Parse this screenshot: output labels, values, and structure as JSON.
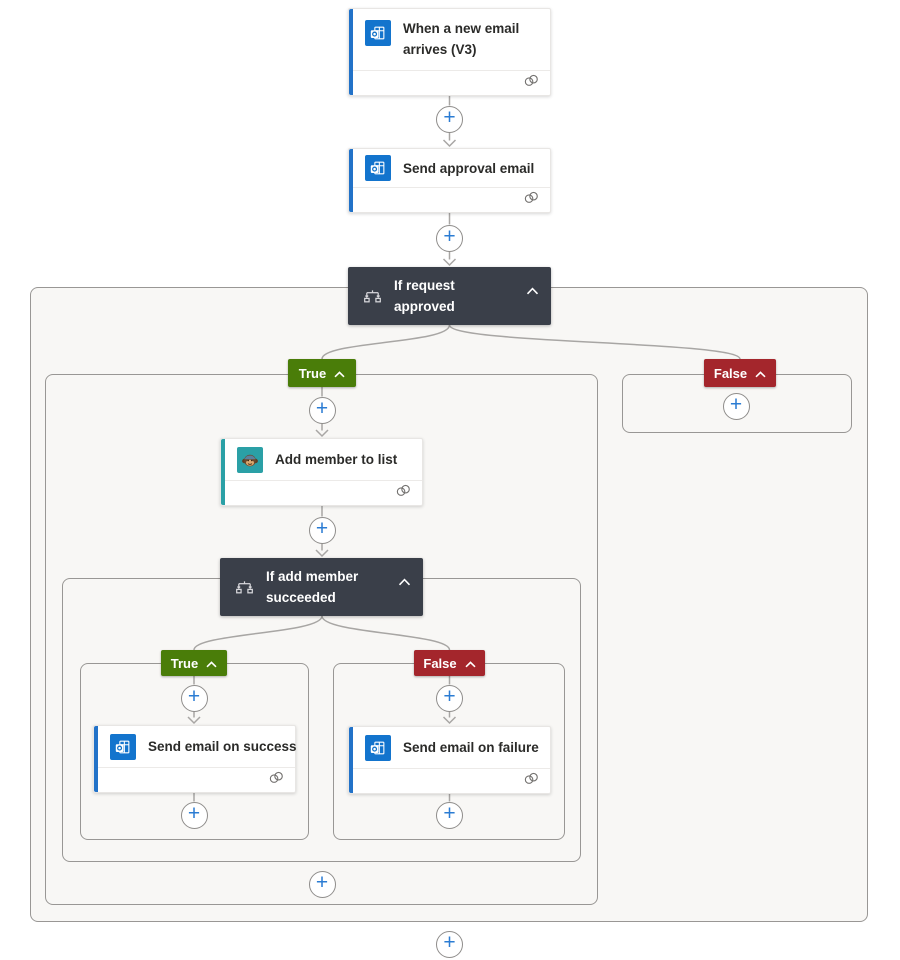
{
  "colors": {
    "page_background": "#ffffff",
    "scope_background": "#f8f7f5",
    "scope_border": "#999795",
    "card_background": "#ffffff",
    "outlook_accent_blue": "#2272c8",
    "outlook_tile_blue": "#1374cd",
    "mailchimp_teal": "#2aa0a6",
    "condition_header_dark": "#3a3f49",
    "true_badge_green": "#4a7d09",
    "false_badge_red": "#a4262c",
    "plus_icon_blue": "#2b7cd3",
    "connector_gray": "#a8a6a4",
    "title_text": "#2b2b29"
  },
  "nodes": {
    "trigger": {
      "title": "When a new email arrives (V3)"
    },
    "send_approval": {
      "title": "Send approval email"
    },
    "condition_request": {
      "title": "If request approved"
    },
    "add_member": {
      "title": "Add member to list"
    },
    "condition_add_member": {
      "title": "If add member succeeded"
    },
    "send_success": {
      "title": "Send email on success"
    },
    "send_failure": {
      "title": "Send email on failure"
    }
  },
  "badges": {
    "true_label": "True",
    "false_label": "False"
  },
  "icons": {
    "outlook": "outlook-icon",
    "mailchimp": "mailchimp-icon",
    "condition": "condition-icon",
    "collapse": "chevron-up-icon",
    "connection": "connection-icon",
    "insert": "plus-icon",
    "arrow": "arrow-down-icon"
  }
}
